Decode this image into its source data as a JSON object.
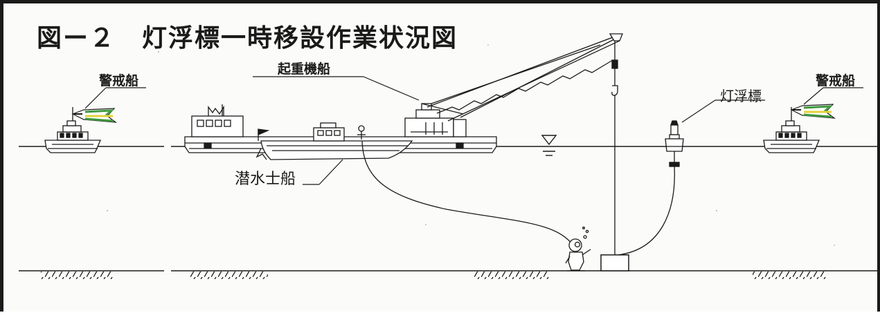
{
  "title": "図ー２　灯浮標一時移設作業状況図",
  "labels": {
    "guard_boat_left": "警戒船",
    "crane_barge": "起重機船",
    "light_buoy": "灯浮標",
    "guard_boat_right": "警戒船",
    "diver_boat": "潜水士船"
  },
  "icons": {
    "water_level": "water-level-icon",
    "seabed_hatch": "seabed-hatch-icon",
    "flag": "flag-icon"
  },
  "colors": {
    "ink": "#1a1a1a",
    "flag_green": "#3f9a3f",
    "flag_yellow": "#e2d23a",
    "paper": "#fbfbf9"
  }
}
